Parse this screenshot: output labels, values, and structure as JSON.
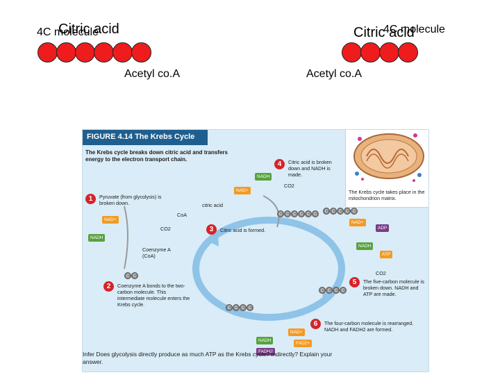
{
  "slide": {
    "left": {
      "label_4c": "4C molecule",
      "label_citric": "Citric acid",
      "label_acetyl": "Acetyl co.A",
      "bead_count": 6
    },
    "right": {
      "label_citric": "Citric acid",
      "label_4c": "4C molecule",
      "label_acetyl": "Acetyl co.A",
      "bead_count": 4
    }
  },
  "figure": {
    "header": "FIGURE 4.14  The Krebs Cycle",
    "intro": "The Krebs cycle breaks down citric acid and transfers energy to the electron transport chain.",
    "mito_caption": "The Krebs cycle takes place in the mitochondrion matrix.",
    "steps": [
      {
        "num": "1",
        "text": "Pyruvate (from glycolysis) is broken down."
      },
      {
        "num": "2",
        "text": "Coenzyme A bonds to the two-carbon molecule. This intermediate molecule enters the Krebs cycle."
      },
      {
        "num": "3",
        "text": "Citric acid is formed."
      },
      {
        "num": "4",
        "text": "Citric acid is broken down and NADH is made."
      },
      {
        "num": "5",
        "text": "The five-carbon molecule is broken down. NADH and ATP are made."
      },
      {
        "num": "6",
        "text": "The four-carbon molecule is rearranged. NADH and FADH2 are formed."
      }
    ],
    "labels": {
      "nadh": "NADH",
      "nad": "NAD+",
      "adp": "ADP",
      "atp": "ATP",
      "fad": "FAD2+",
      "fadh2": "FADH2",
      "co2": "CO2",
      "coa": "CoA",
      "citric_acid": "citric acid",
      "coenzyme_a": "Coenzyme A (CoA)"
    },
    "infer": "Infer  Does glycolysis directly produce as much ATP as the Krebs cycle? Indirectly? Explain your answer."
  },
  "colors": {
    "bead": "#ee1c1c",
    "header": "#1f5f8f",
    "figure_bg": "#d9ecf7",
    "step_circle": "#d6232a",
    "cycle_arrow": "#8fc3e8"
  }
}
